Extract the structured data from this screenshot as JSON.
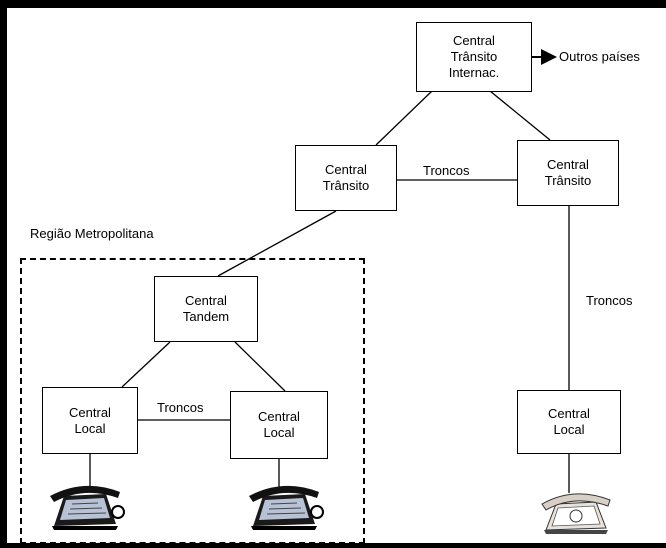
{
  "nodes": {
    "intl_transit": "Central\nTrânsito\nInternac.",
    "transit_left": "Central\nTrânsito",
    "transit_right": "Central\nTrânsito",
    "tandem": "Central\nTandem",
    "local_left": "Central\nLocal",
    "local_middle": "Central\nLocal",
    "local_right": "Central\nLocal"
  },
  "labels": {
    "other_countries": "Outros países",
    "trunks_top": "Troncos",
    "trunks_right": "Troncos",
    "trunks_bottom": "Troncos",
    "metro_region": "Região Metropolitana"
  },
  "icons": [
    "telephone-icon",
    "telephone-icon",
    "telephone-icon"
  ],
  "colors": {
    "line": "#000000",
    "background": "#ffffff"
  }
}
